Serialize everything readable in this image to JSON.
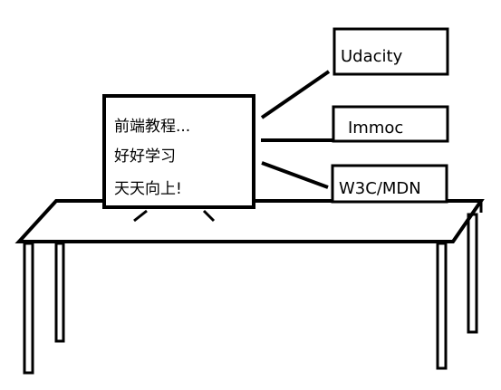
{
  "monitor": {
    "lines": [
      "前端教程...",
      "好好学习",
      "天天向上!"
    ]
  },
  "labels": {
    "udacity": "Udacity",
    "immoc": "Immoc",
    "w3c_mdn": "W3C/MDN"
  },
  "colors": {
    "stroke": "#000000",
    "background": "#ffffff"
  }
}
